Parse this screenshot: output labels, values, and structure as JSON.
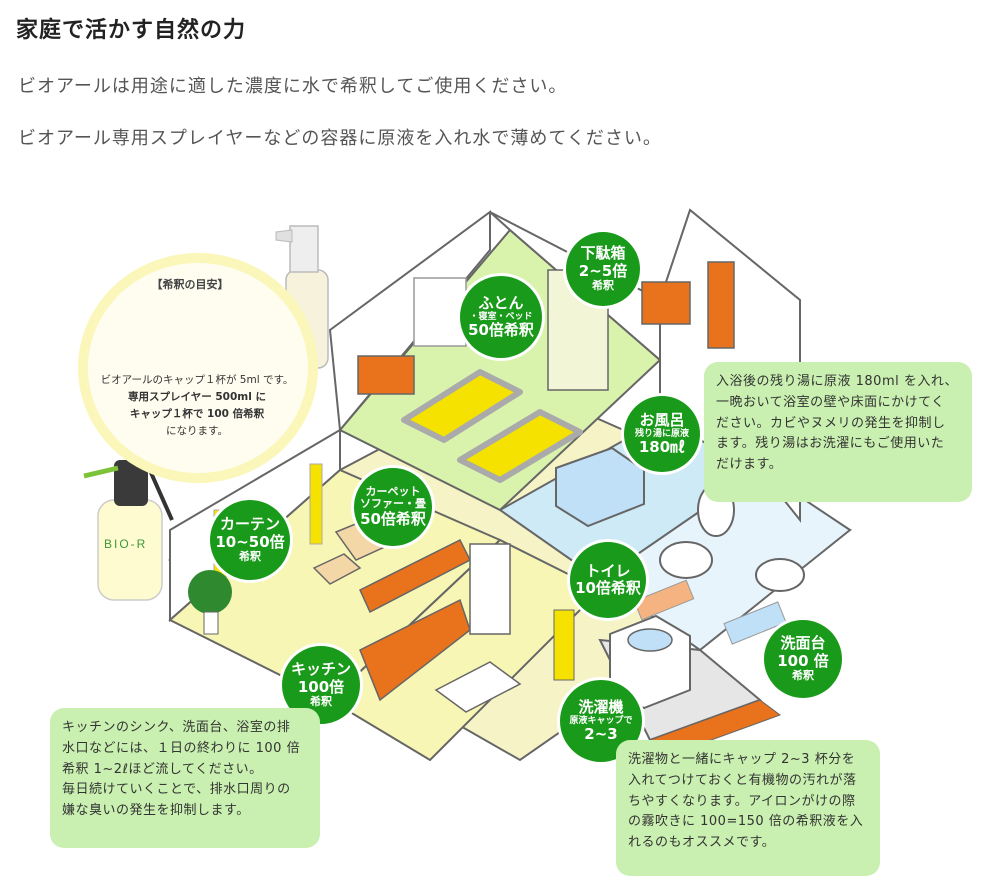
{
  "header": {
    "title": "家庭で活かす自然の力",
    "paragraphs": [
      "ビオアールは用途に適した濃度に水で希釈してご使用ください。",
      "ビオアール専用スプレイヤーなどの容器に原液を入れ水で薄めてください。"
    ]
  },
  "guide": {
    "title": "【希釈の目安】",
    "lines": [
      "ビオアールのキャップ１杯が 5ml です。",
      "専用スプレイヤー 500ml に",
      "キャップ１杯で 100 倍希釈",
      "になります。"
    ]
  },
  "products": {
    "sprayer_label": "BIO-R"
  },
  "badges": {
    "geta": {
      "l1": "下駄箱",
      "l2": "2~5倍",
      "l3": "希釈"
    },
    "futon": {
      "l1": "ふとん",
      "l2": "・寝室・ベッド",
      "l3": "50倍希釈"
    },
    "bath": {
      "l1": "お風呂",
      "l2": "残り湯に原液",
      "l3": "180㎖"
    },
    "carpet": {
      "l1": "カーペット",
      "l2": "ソファー・畳",
      "l3": "50倍希釈"
    },
    "curtain": {
      "l1": "カーテン",
      "l2": "10~50倍",
      "l3": "希釈"
    },
    "toilet": {
      "l1": "トイレ",
      "l2": "10倍希釈"
    },
    "sink": {
      "l1": "洗面台",
      "l2": "100 倍",
      "l3": "希釈"
    },
    "kitchen": {
      "l1": "キッチン",
      "l2": "100倍",
      "l3": "希釈"
    },
    "laundry": {
      "l1": "洗濯機",
      "l2": "原液キャップで",
      "l3": "2~3"
    }
  },
  "info": {
    "bath": [
      "入浴後の残り湯に原液 180ml を入れ、",
      "一晩おいて浴室の壁や床面にかけてく",
      "ださい。カビやヌメリの発生を抑制し",
      "ます。残り湯はお洗濯にもご使用いた",
      "だけます。"
    ],
    "kitchen": [
      "キッチンのシンク、洗面台、浴室の排",
      "水口などには、１日の終わりに 100 倍",
      "希釈 1~2ℓほど流してください。",
      "毎日続けていくことで、排水口周りの",
      "嫌な臭いの発生を抑制します。"
    ],
    "laundry": [
      "洗濯物と一緒にキャップ 2~3 杯分を",
      "入れてつけておくと有機物の汚れが落",
      "ちやすくなります。アイロンがけの際",
      "の霧吹きに 100=150 倍の希釈液を入",
      "れるのもオススメです。"
    ]
  },
  "colors": {
    "badge_green": "#1a9a1a",
    "info_box": "#c9f0b0",
    "floor_yellow": "#f8f6b4",
    "floor_green": "#d3f2a8",
    "floor_blue": "#bfe0f7",
    "wall": "#ffffff",
    "furniture_orange": "#e9721c"
  }
}
